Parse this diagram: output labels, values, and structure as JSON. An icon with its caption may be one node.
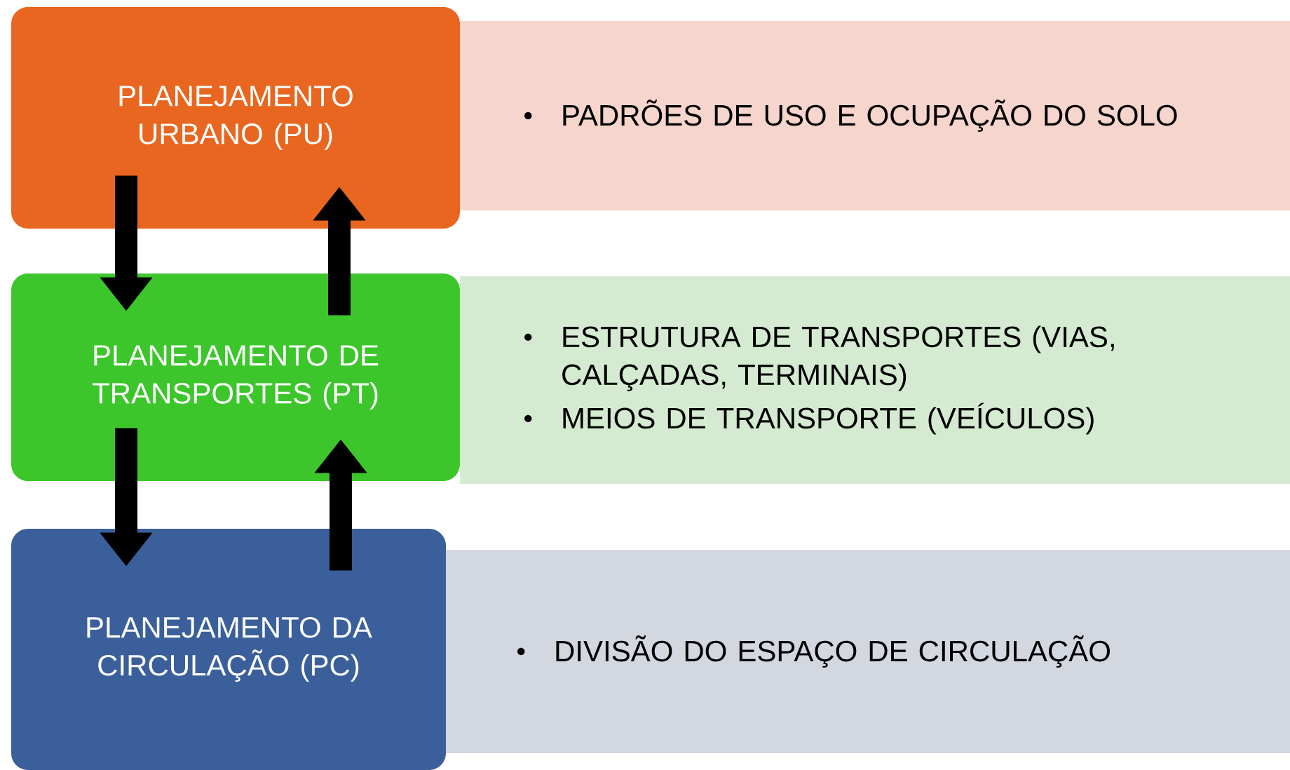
{
  "diagram": {
    "nodes": [
      {
        "text": [
          "PLANEJAMENTO URBANO (PU)"
        ]
      },
      {
        "text": [
          "PADRÕES DE USO E OCUPAÇÃO DO SOLO"
        ]
      },
      {
        "text": [
          "PLANEJAMENTO DE TRANSPORTES (PT)"
        ]
      },
      {
        "text": [
          "ESTRUTURA DE TRANSPORTES (VIAS, CALÇADAS, TERMINAIS)",
          "MEIOS DE TRANSPORTE (VEÍCULOS)"
        ]
      },
      {
        "text": [
          "PLANEJAMENTO DA CIRCULAÇÃO (PC)"
        ]
      },
      {
        "text": [
          "DIVISÃO DO ESPAÇO DE CIRCULAÇÃO"
        ]
      }
    ],
    "edges": [
      {
        "from": 0,
        "to": 2,
        "arrow": "to"
      },
      {
        "from": 2,
        "to": 0,
        "arrow": "to"
      },
      {
        "from": 2,
        "to": 4,
        "arrow": "to"
      },
      {
        "from": 4,
        "to": 2,
        "arrow": "to"
      }
    ]
  }
}
